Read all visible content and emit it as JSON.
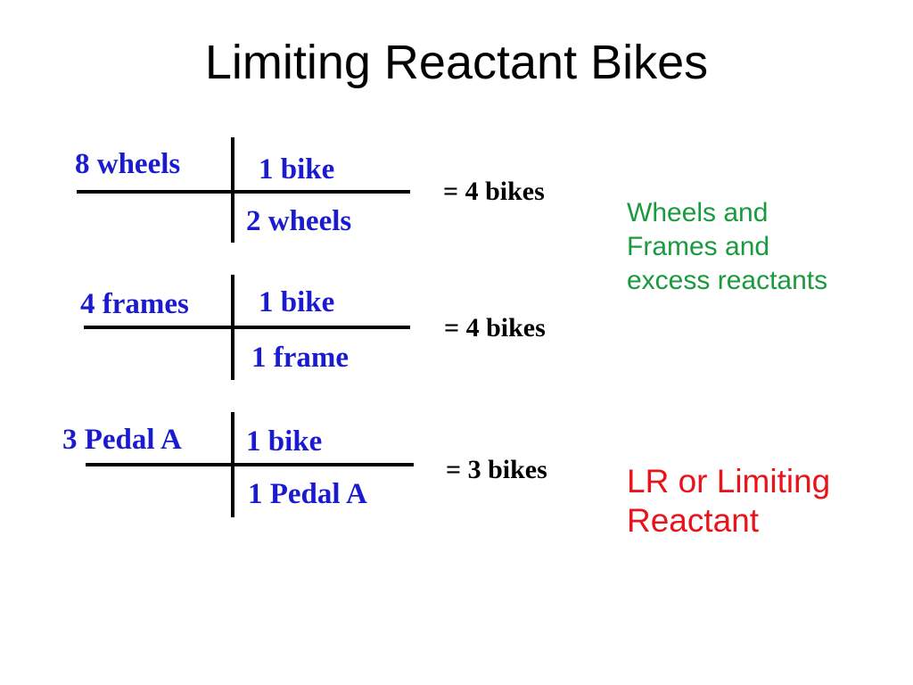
{
  "slide": {
    "title": "Limiting Reactant Bikes"
  },
  "calculations": [
    {
      "given": "8 wheels",
      "numerator": "1 bike",
      "denominator": "2 wheels",
      "result": "=  4 bikes"
    },
    {
      "given": "4 frames",
      "numerator": "1 bike",
      "denominator": "1 frame",
      "result": "=  4 bikes"
    },
    {
      "given": "3 Pedal A",
      "numerator": "1 bike",
      "denominator": "1 Pedal A",
      "result": "=  3 bikes"
    }
  ],
  "notes": {
    "excess": "Wheels and Frames and excess reactants",
    "limiting": "LR or Limiting Reactant"
  },
  "colors": {
    "blue_text": "#1a1ad0",
    "green_text": "#1a9a3e",
    "red_text": "#e8141c"
  }
}
